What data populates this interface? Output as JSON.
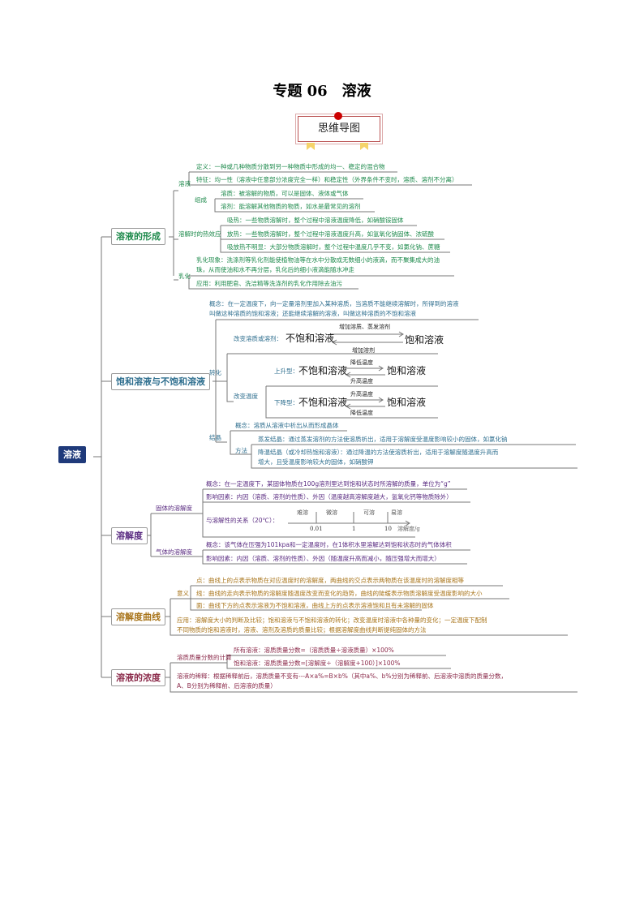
{
  "title": "专题 06　溶液",
  "badge": "思维导图",
  "root": "溶液",
  "colors": {
    "root": "#1f3a7a",
    "s1": "#1e8a4c",
    "s2": "#2f6f8f",
    "s3": "#5b2d82",
    "s4": "#a8741a",
    "s5": "#8b2a4a"
  },
  "s1": {
    "title": "溶液的形成",
    "sol": "溶液",
    "def": "定义：一种或几种物质分散到另一种物质中形成的均一、稳定的混合物",
    "feat": "特征：均一性（溶液中任意部分浓度完全一样）和稳定性（外界条件不变时，溶质、溶剂不分离）",
    "comp": "组成",
    "solute": "溶质：被溶解的物质，可以是固体、液体或气体",
    "solvent": "溶剂：能溶解其他物质的物质，如水是最常见的溶剂",
    "heat": "溶解时的热效应",
    "absorb": "吸热：一些物质溶解时，整个过程中溶液温度降低，如硝酸铵固体",
    "release": "放热：一些物质溶解时，整个过程中溶液温度升高，如氢氧化钠固体、浓硫酸",
    "none": "吸放热不明显：大部分物质溶解时，整个过程中温度几乎不变，如氯化钠、蔗糖",
    "emul": "乳化",
    "phen1": "乳化现象：洗涤剂等乳化剂能使植物油等在水中分散成无数细小的液滴，而不聚集成大的油",
    "phen2": "珠，从而使油和水不再分层，乳化后的细小液滴能随水冲走",
    "app": "应用：利用肥皂、洗洁精等洗涤剂的乳化作用除去油污"
  },
  "s2": {
    "title": "饱和溶液与不饱和溶液",
    "c1": "概念：在一定温度下，向一定量溶剂里加入某种溶质，当溶质不能继续溶解时，所得到的溶液",
    "c2": "叫做这种溶质的饱和溶液；还能继续溶解的溶液，叫做这种溶质的不饱和溶液",
    "conv": "转化",
    "chg": "改变溶质或溶剂：",
    "unsat": "不饱和溶液",
    "sat": "饱和溶液",
    "addsolute": "增加溶质、蒸发溶剂",
    "addsolvent": "增加溶剂",
    "temp": "改变温度",
    "up": "上升型：",
    "down": "下降型：",
    "lower": "降低温度",
    "raise": "升高温度",
    "cry": "结晶",
    "cc": "概念：溶质从溶液中析出从而形成晶体",
    "method": "方法",
    "evap": "蒸发结晶：通过蒸发溶剂的方法使溶质析出，适用于溶解度受温度影响较小的固体，如氯化钠",
    "cool1": "降温结晶（或冷却热饱和溶液）：通过降温的方法使溶质析出，适用于溶解度随温度升高而",
    "cool2": "增大，且受温度影响较大的固体，如硝酸钾"
  },
  "s3": {
    "title": "溶解度",
    "solid": "固体的溶解度",
    "sc": "概念：在一定温度下，某固体物质在100g溶剂里达到饱和状态时所溶解的质量，单位为“g”",
    "sf": "影响因素：内因（溶质、溶剂的性质）、外因（温度越高溶解度越大，氢氧化钙等物质除外）",
    "rel": "与溶解性的关系（20℃）：",
    "scale": [
      "难溶",
      "微溶",
      "可溶",
      "易溶"
    ],
    "ticks": [
      "0.01",
      "1",
      "10"
    ],
    "axis": "溶解度/g",
    "gas": "气体的溶解度",
    "gc": "概念：该气体在压强为101kpa和一定温度时，在1体积水里溶解达到饱和状态时的气体体积",
    "gf": "影响因素：内因（溶质、溶剂的性质）、外因（随温度升高而减小，随压强增大而增大）"
  },
  "s4": {
    "title": "溶解度曲线",
    "mean": "意义",
    "pt": "点：曲线上的点表示物质在对应温度时的溶解度，两曲线的交点表示两物质在该温度时的溶解度相等",
    "ln": "线：曲线的走向表示物质的溶解度随温度改变而变化的趋势，曲线的陡缓表示物质溶解度受温度影响的大小",
    "sf": "面：曲线下方的点表示溶液为不饱和溶液，曲线上方的点表示溶液饱和且有未溶解的固体",
    "a1": "应用：溶解度大小的判断及比较；饱和溶液与不饱和溶液的转化；改变温度时溶液中各种量的变化；一定温度下配制",
    "a2": "不同物质的饱和溶液时，溶液、溶剂及溶质的质量比较；根据溶解度曲线判断提纯固体的方法"
  },
  "s5": {
    "title": "溶液的浓度",
    "calc": "溶质质量分数的计算",
    "all": "所有溶液：溶质质量分数=（溶质质量÷溶液质量）×100%",
    "satf": "饱和溶液：溶质质量分数=[溶解度÷（溶解度+100）]×100%",
    "d1": "溶液的稀释：根据稀释前后，溶质质量不变有---A×a%=B×b%（其中a%、b%分别为稀释前、后溶液中溶质的质量分数，",
    "d2": "A、B分别为稀释前、后溶液的质量）"
  }
}
